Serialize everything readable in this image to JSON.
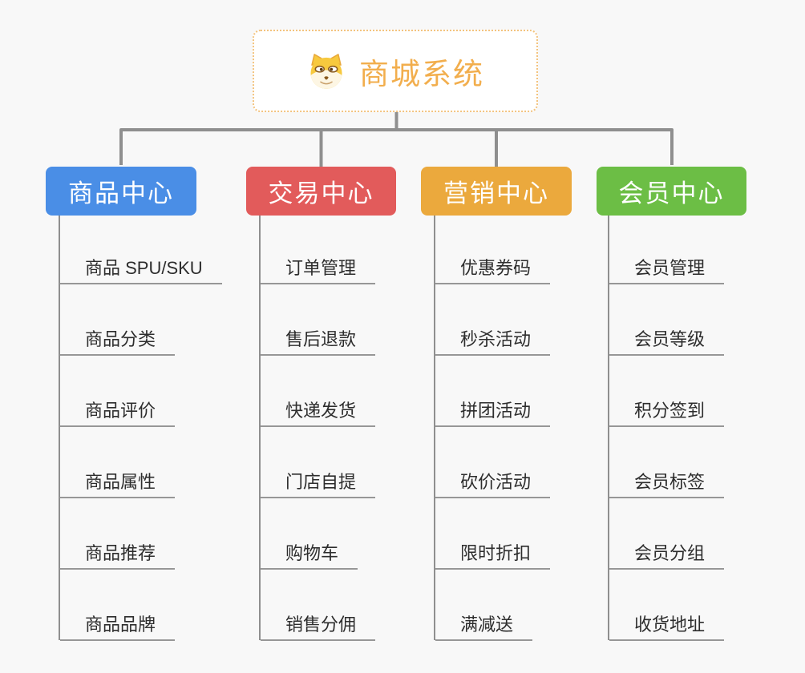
{
  "root": {
    "label": "商城系统",
    "icon": "doge-icon",
    "text_color": "#f2ae4d",
    "border_color": "#f3c37e"
  },
  "branches": [
    {
      "label": "商品中心",
      "color": "#4a8ee6",
      "items": [
        "商品 SPU/SKU",
        "商品分类",
        "商品评价",
        "商品属性",
        "商品推荐",
        "商品品牌"
      ]
    },
    {
      "label": "交易中心",
      "color": "#e25b5b",
      "items": [
        "订单管理",
        "售后退款",
        "快递发货",
        "门店自提",
        "购物车",
        "销售分佣"
      ]
    },
    {
      "label": "营销中心",
      "color": "#eba93d",
      "items": [
        "优惠券码",
        "秒杀活动",
        "拼团活动",
        "砍价活动",
        "限时折扣",
        "满减送"
      ]
    },
    {
      "label": "会员中心",
      "color": "#6cbe45",
      "items": [
        "会员管理",
        "会员等级",
        "积分签到",
        "会员标签",
        "会员分组",
        "收货地址"
      ]
    }
  ],
  "connector_color": "#8f8f8f",
  "background_color": "#f8f8f8"
}
